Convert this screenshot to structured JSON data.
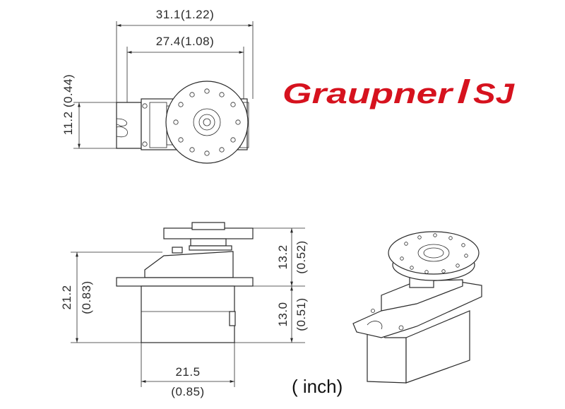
{
  "logo": {
    "text": "Graupner",
    "suffix": "SJ",
    "color": "#d6121e"
  },
  "unit_note": "( inch)",
  "top_view": {
    "overall_width": "31.1(1.22)",
    "mount_width": "27.4(1.08)",
    "depth": "11.2 (0.44)"
  },
  "side_view": {
    "height": "21.2",
    "height_in": "(0.83)",
    "horn_height": "13.2",
    "horn_height_in": "(0.52)",
    "lower_height": "13.0",
    "lower_height_in": "(0.51)",
    "width": "21.5",
    "width_in": "(0.85)"
  }
}
